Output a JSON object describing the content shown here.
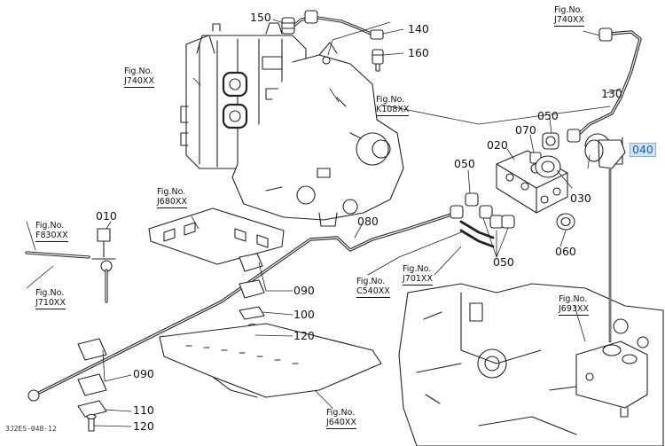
{
  "parts": {
    "p150": "150",
    "p140": "140",
    "p160": "160",
    "p130": "130",
    "p050a": "050",
    "p070": "070",
    "p020": "020",
    "p040": "040",
    "p050b": "050",
    "p030": "030",
    "p010": "010",
    "p080": "080",
    "p060": "060",
    "p050c": "050",
    "p090a": "090",
    "p100": "100",
    "p120a": "120",
    "p090b": "090",
    "p110": "110",
    "p120b": "120"
  },
  "figs": {
    "label": "Fig.No.",
    "j740_left": "J740XX",
    "j740_right": "J740XX",
    "k108": "K108XX",
    "j680": "J680XX",
    "f830": "F830XX",
    "j710": "J710XX",
    "c540": "C540XX",
    "j701": "J701XX",
    "j693": "J693XX",
    "j640": "J640XX"
  },
  "footer": "3J2ES-048-12",
  "colors": {
    "line": "#222222",
    "highlight_bg": "#cfe3f7",
    "highlight_text": "#1f5fa8"
  }
}
